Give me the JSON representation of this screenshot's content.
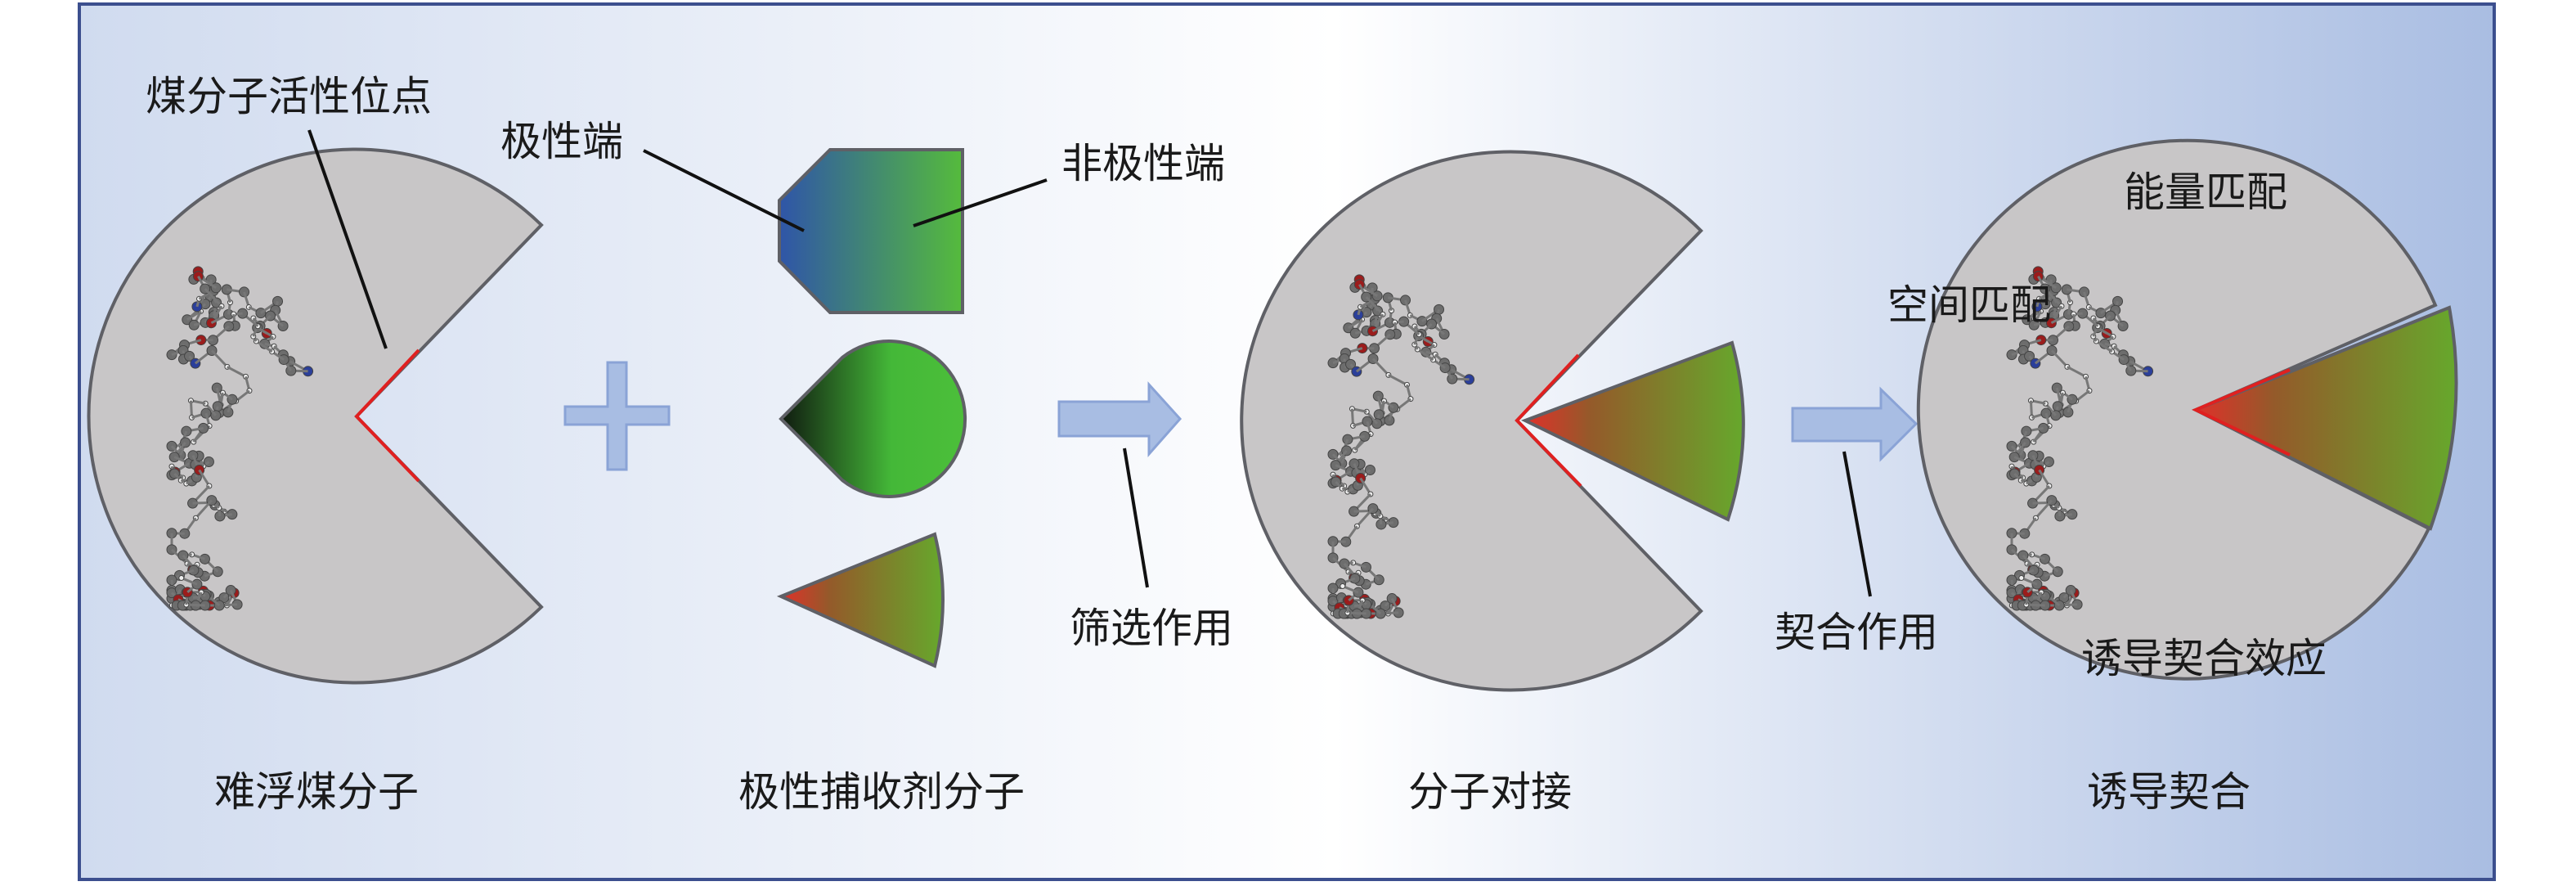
{
  "colors": {
    "frame": "#3c4f8e",
    "bg_left": "#d0dbef",
    "bg_mid": "#ffffff",
    "bg_right": "#a9bde2",
    "molecule_body": "#c8c6c7",
    "active_site": "#e02020",
    "polar_end": "#2f55a8",
    "nonpolar_end": "#55bb3c",
    "arrow": "#a8bde3"
  },
  "labels": {
    "active_site": "煤分子活性位点",
    "polar_end": "极性端",
    "nonpolar_end": "非极性端",
    "screening": "筛选作用",
    "fitting": "契合作用",
    "energy_match": "能量匹配",
    "space_match": "空间匹配",
    "induced_fit_effect": "诱导契合效应"
  },
  "captions": {
    "coal": "难浮煤分子",
    "collector": "极性捕收剂分子",
    "docking": "分子对接",
    "induced_fit": "诱导契合"
  }
}
